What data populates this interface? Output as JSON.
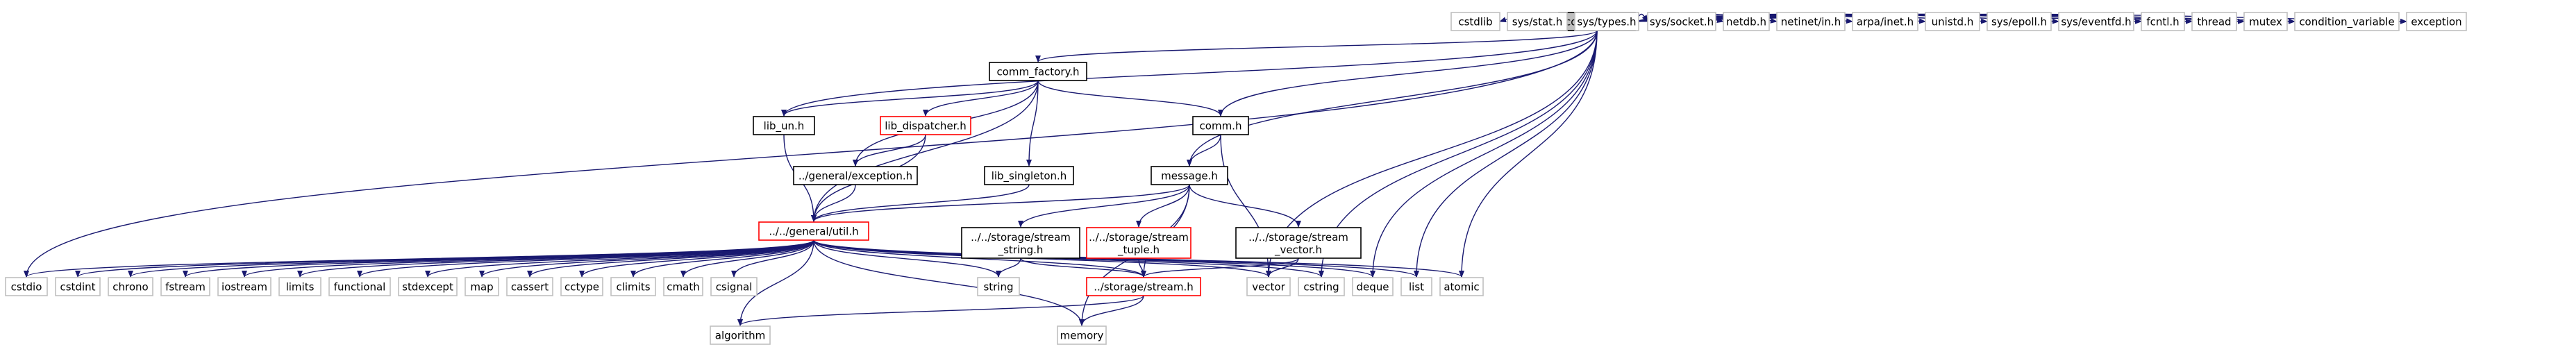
{
  "colors": {
    "root_fill": "#bfbfbf",
    "node_border": "#000000",
    "missing_border": "#ff0000",
    "edge": "#191970",
    "background": "#ffffff"
  },
  "diagram": {
    "type": "include-dependency-graph",
    "nodes": [
      {
        "id": "root",
        "label": "comm_tcp.h",
        "kind": "root"
      },
      {
        "id": "comm_factory",
        "label": "comm_factory.h",
        "kind": "file"
      },
      {
        "id": "lib_un",
        "label": "lib_un.h",
        "kind": "file"
      },
      {
        "id": "lib_dispatcher",
        "label": "lib_dispatcher.h",
        "kind": "missing"
      },
      {
        "id": "lib_singleton",
        "label": "lib_singleton.h",
        "kind": "file"
      },
      {
        "id": "comm",
        "label": "comm.h",
        "kind": "file"
      },
      {
        "id": "message",
        "label": "message.h",
        "kind": "file"
      },
      {
        "id": "exception",
        "label": "../general/exception.h",
        "kind": "file"
      },
      {
        "id": "util",
        "label": "../../general/util.h",
        "kind": "missing"
      },
      {
        "id": "stream_string",
        "label": "../../storage/stream_string.h",
        "kind": "file"
      },
      {
        "id": "stream_tuple",
        "label": "../../storage/stream_tuple.h",
        "kind": "missing"
      },
      {
        "id": "stream_vector",
        "label": "../../storage/stream_vector.h",
        "kind": "file"
      },
      {
        "id": "stream",
        "label": "../storage/stream.h",
        "kind": "missing"
      },
      {
        "id": "cstdlib",
        "label": "cstdlib",
        "kind": "system"
      },
      {
        "id": "sys_stat",
        "label": "sys/stat.h",
        "kind": "system"
      },
      {
        "id": "sys_types",
        "label": "sys/types.h",
        "kind": "system"
      },
      {
        "id": "sys_socket",
        "label": "sys/socket.h",
        "kind": "system"
      },
      {
        "id": "netdb",
        "label": "netdb.h",
        "kind": "system"
      },
      {
        "id": "netinet_in",
        "label": "netinet/in.h",
        "kind": "system"
      },
      {
        "id": "arpa_inet",
        "label": "arpa/inet.h",
        "kind": "system"
      },
      {
        "id": "unistd",
        "label": "unistd.h",
        "kind": "system"
      },
      {
        "id": "sys_epoll",
        "label": "sys/epoll.h",
        "kind": "system"
      },
      {
        "id": "sys_eventfd",
        "label": "sys/eventfd.h",
        "kind": "system"
      },
      {
        "id": "fcntl",
        "label": "fcntl.h",
        "kind": "system"
      },
      {
        "id": "thread",
        "label": "thread",
        "kind": "system"
      },
      {
        "id": "mutex",
        "label": "mutex",
        "kind": "system"
      },
      {
        "id": "condition_variable",
        "label": "condition_variable",
        "kind": "system"
      },
      {
        "id": "exception_std",
        "label": "exception",
        "kind": "system"
      },
      {
        "id": "cstdio",
        "label": "cstdio",
        "kind": "system"
      },
      {
        "id": "cstdint",
        "label": "cstdint",
        "kind": "system"
      },
      {
        "id": "chrono",
        "label": "chrono",
        "kind": "system"
      },
      {
        "id": "fstream",
        "label": "fstream",
        "kind": "system"
      },
      {
        "id": "iostream",
        "label": "iostream",
        "kind": "system"
      },
      {
        "id": "limits",
        "label": "limits",
        "kind": "system"
      },
      {
        "id": "functional",
        "label": "functional",
        "kind": "system"
      },
      {
        "id": "stdexcept",
        "label": "stdexcept",
        "kind": "system"
      },
      {
        "id": "map",
        "label": "map",
        "kind": "system"
      },
      {
        "id": "cassert",
        "label": "cassert",
        "kind": "system"
      },
      {
        "id": "cctype",
        "label": "cctype",
        "kind": "system"
      },
      {
        "id": "climits",
        "label": "climits",
        "kind": "system"
      },
      {
        "id": "cmath",
        "label": "cmath",
        "kind": "system"
      },
      {
        "id": "csignal",
        "label": "csignal",
        "kind": "system"
      },
      {
        "id": "string",
        "label": "string",
        "kind": "system"
      },
      {
        "id": "vector",
        "label": "vector",
        "kind": "system"
      },
      {
        "id": "cstring",
        "label": "cstring",
        "kind": "system"
      },
      {
        "id": "deque",
        "label": "deque",
        "kind": "system"
      },
      {
        "id": "list",
        "label": "list",
        "kind": "system"
      },
      {
        "id": "atomic",
        "label": "atomic",
        "kind": "system"
      },
      {
        "id": "algorithm",
        "label": "algorithm",
        "kind": "system"
      },
      {
        "id": "memory",
        "label": "memory",
        "kind": "system"
      }
    ],
    "edges": [
      [
        "root",
        "comm_factory"
      ],
      [
        "root",
        "lib_un"
      ],
      [
        "root",
        "comm"
      ],
      [
        "root",
        "message"
      ],
      [
        "root",
        "cstdio"
      ],
      [
        "root",
        "vector"
      ],
      [
        "root",
        "cstring"
      ],
      [
        "root",
        "deque"
      ],
      [
        "root",
        "list"
      ],
      [
        "root",
        "atomic"
      ],
      [
        "root",
        "cstdlib"
      ],
      [
        "root",
        "sys_stat"
      ],
      [
        "root",
        "sys_types"
      ],
      [
        "root",
        "sys_socket"
      ],
      [
        "root",
        "netdb"
      ],
      [
        "root",
        "netinet_in"
      ],
      [
        "root",
        "arpa_inet"
      ],
      [
        "root",
        "unistd"
      ],
      [
        "root",
        "sys_epoll"
      ],
      [
        "root",
        "sys_eventfd"
      ],
      [
        "root",
        "fcntl"
      ],
      [
        "root",
        "thread"
      ],
      [
        "root",
        "mutex"
      ],
      [
        "root",
        "condition_variable"
      ],
      [
        "root",
        "exception_std"
      ],
      [
        "comm_factory",
        "lib_un"
      ],
      [
        "comm_factory",
        "lib_dispatcher"
      ],
      [
        "comm_factory",
        "lib_singleton"
      ],
      [
        "comm_factory",
        "comm"
      ],
      [
        "comm_factory",
        "exception"
      ],
      [
        "comm_factory",
        "util"
      ],
      [
        "lib_un",
        "util"
      ],
      [
        "lib_dispatcher",
        "exception"
      ],
      [
        "lib_dispatcher",
        "util"
      ],
      [
        "lib_singleton",
        "util"
      ],
      [
        "exception",
        "util"
      ],
      [
        "comm",
        "message"
      ],
      [
        "comm",
        "vector"
      ],
      [
        "message",
        "util"
      ],
      [
        "message",
        "stream_string"
      ],
      [
        "message",
        "stream_tuple"
      ],
      [
        "message",
        "stream_vector"
      ],
      [
        "message",
        "stream"
      ],
      [
        "message",
        "memory"
      ],
      [
        "stream_string",
        "string"
      ],
      [
        "stream_string",
        "stream"
      ],
      [
        "stream_tuple",
        "stream"
      ],
      [
        "stream_vector",
        "vector"
      ],
      [
        "stream_vector",
        "stream"
      ],
      [
        "stream",
        "algorithm"
      ],
      [
        "stream",
        "memory"
      ],
      [
        "util",
        "cstdio"
      ],
      [
        "util",
        "cstdint"
      ],
      [
        "util",
        "chrono"
      ],
      [
        "util",
        "fstream"
      ],
      [
        "util",
        "iostream"
      ],
      [
        "util",
        "limits"
      ],
      [
        "util",
        "functional"
      ],
      [
        "util",
        "stdexcept"
      ],
      [
        "util",
        "map"
      ],
      [
        "util",
        "cassert"
      ],
      [
        "util",
        "cctype"
      ],
      [
        "util",
        "climits"
      ],
      [
        "util",
        "cmath"
      ],
      [
        "util",
        "csignal"
      ],
      [
        "util",
        "string"
      ],
      [
        "util",
        "vector"
      ],
      [
        "util",
        "cstring"
      ],
      [
        "util",
        "deque"
      ],
      [
        "util",
        "list"
      ],
      [
        "util",
        "atomic"
      ],
      [
        "util",
        "algorithm"
      ],
      [
        "util",
        "memory"
      ],
      [
        "util",
        "stream"
      ]
    ]
  }
}
